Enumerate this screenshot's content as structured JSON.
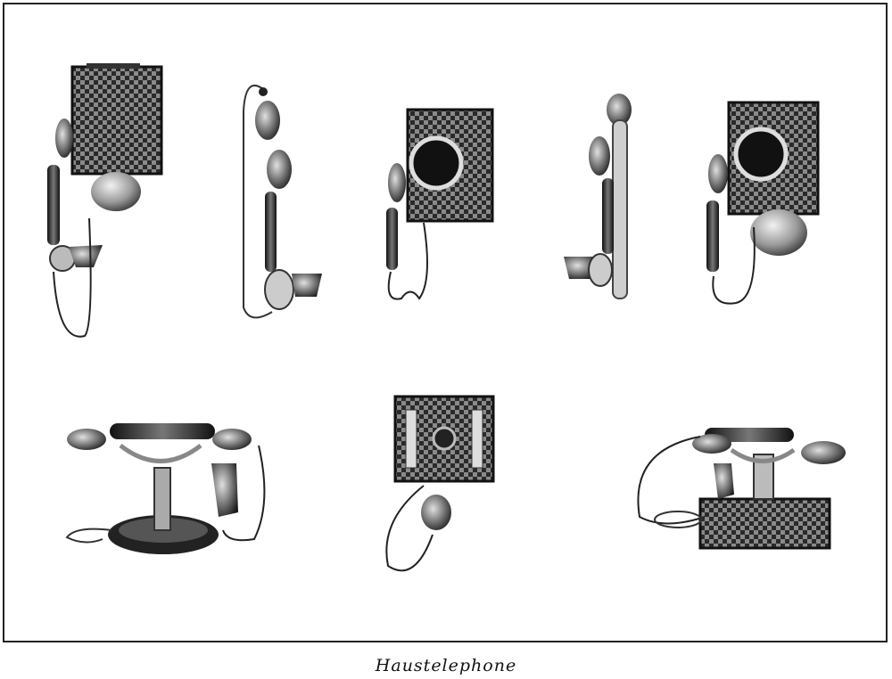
{
  "caption": "Haustelephone",
  "colors": {
    "ink": "#1a1a1a",
    "mid": "#555555",
    "light": "#9a9a9a",
    "paper": "#ffffff"
  },
  "illustrations": [
    "wall-telephone-1",
    "wall-telephone-2",
    "wall-telephone-3",
    "wall-telephone-4",
    "wall-telephone-5",
    "desk-telephone-1",
    "wall-box-telephone",
    "desk-telephone-2"
  ]
}
